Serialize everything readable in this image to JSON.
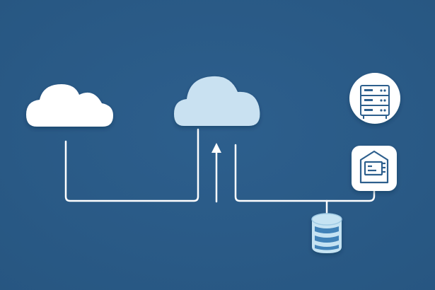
{
  "colors": {
    "background": "#2d5f8d",
    "background_edge": "#275681",
    "connector": "#ffffff",
    "cloud_white": "#ffffff",
    "cloud_light": "#c9e1f1",
    "icon_stroke": "#2d5f8d",
    "database_fill": "#c5e3f3",
    "database_band": "#3f82b8"
  },
  "nodes": [
    {
      "id": "left-cloud",
      "icon": "cloud-icon",
      "style": "solid-white"
    },
    {
      "id": "center-cloud",
      "icon": "cloud-icon",
      "style": "light-blue"
    },
    {
      "id": "server",
      "icon": "server-rack-icon"
    },
    {
      "id": "building",
      "icon": "document-building-icon"
    },
    {
      "id": "database",
      "icon": "database-icon"
    }
  ],
  "connections": [
    {
      "from": "left-cloud",
      "to": "center-cloud",
      "arrow": false
    },
    {
      "from": "center-cloud-base",
      "to": "center-cloud",
      "arrow": true
    },
    {
      "from": "center-cloud",
      "to": "building",
      "arrow": false
    },
    {
      "from": "bus",
      "to": "database",
      "arrow": false
    }
  ]
}
